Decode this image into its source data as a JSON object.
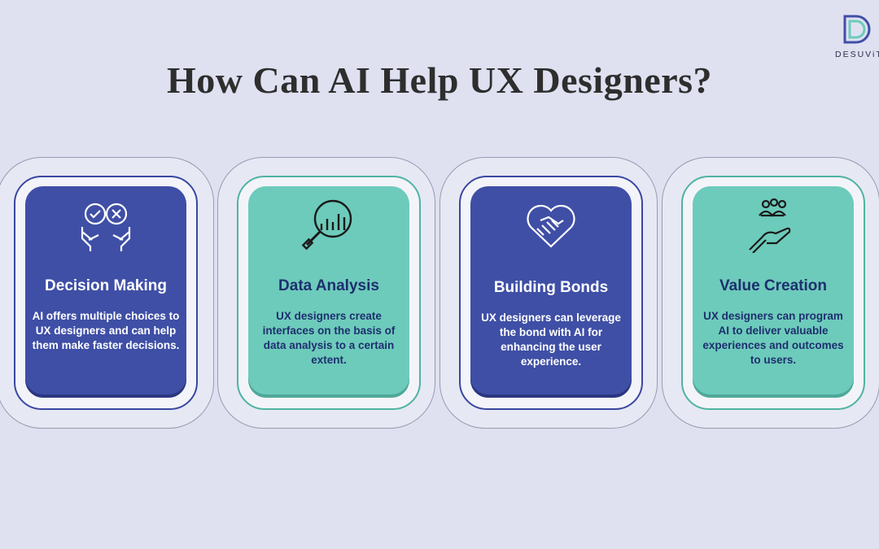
{
  "title": "How Can AI Help UX Designers?",
  "brand": {
    "name": "DESUViT",
    "color": "#3f4fa6"
  },
  "cards": [
    {
      "icon": "decision-icon",
      "title": "Decision Making",
      "text": "AI offers multiple choices to UX designers and can help them make faster decisions.",
      "color": "#3f4fa6"
    },
    {
      "icon": "data-analysis-icon",
      "title": "Data Analysis",
      "text": "UX designers create interfaces on the basis of data analysis to a certain extent.",
      "color": "#6dcbbb"
    },
    {
      "icon": "handshake-heart-icon",
      "title": "Building Bonds",
      "text": "UX designers can leverage the bond with AI for enhancing the user experience.",
      "color": "#3f4fa6"
    },
    {
      "icon": "value-creation-icon",
      "title": "Value Creation",
      "text": "UX designers can program AI to deliver valuable experiences and outcomes to users.",
      "color": "#6dcbbb"
    }
  ]
}
